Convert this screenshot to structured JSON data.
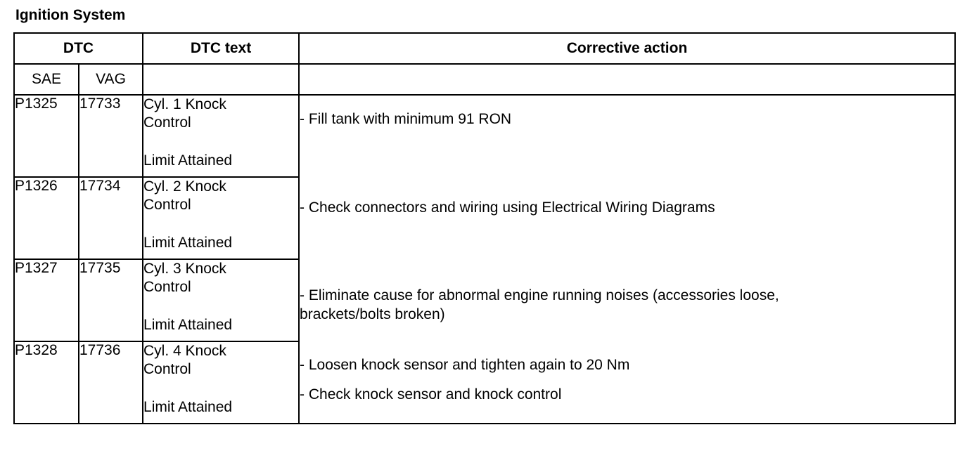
{
  "section_title": "Ignition System",
  "headers": {
    "dtc": "DTC",
    "dtc_text": "DTC text",
    "corrective_action": "Corrective action"
  },
  "subheaders": {
    "sae": "SAE",
    "vag": "VAG"
  },
  "rows": [
    {
      "sae": "P1325",
      "vag": "17733",
      "text_line1": "Cyl. 1 Knock",
      "text_line2": "Control",
      "text_line3": "Limit Attained"
    },
    {
      "sae": "P1326",
      "vag": "17734",
      "text_line1": "Cyl. 2 Knock",
      "text_line2": "Control",
      "text_line3": "Limit Attained"
    },
    {
      "sae": "P1327",
      "vag": "17735",
      "text_line1": "Cyl. 3 Knock",
      "text_line2": "Control",
      "text_line3": "Limit Attained"
    },
    {
      "sae": "P1328",
      "vag": "17736",
      "text_line1": "Cyl. 4 Knock",
      "text_line2": "Control",
      "text_line3": "Limit Attained"
    }
  ],
  "actions": [
    {
      "line1": "- Fill tank with minimum 91 RON"
    },
    {
      "line1": "- Check connectors and wiring using Electrical Wiring Diagrams"
    },
    {
      "line1": "- Eliminate cause for abnormal engine running noises (accessories loose,",
      "line2": "brackets/bolts broken)"
    },
    {
      "line1": "- Loosen knock sensor and tighten again to 20 Nm"
    },
    {
      "line1": "- Check knock sensor and knock control"
    }
  ]
}
